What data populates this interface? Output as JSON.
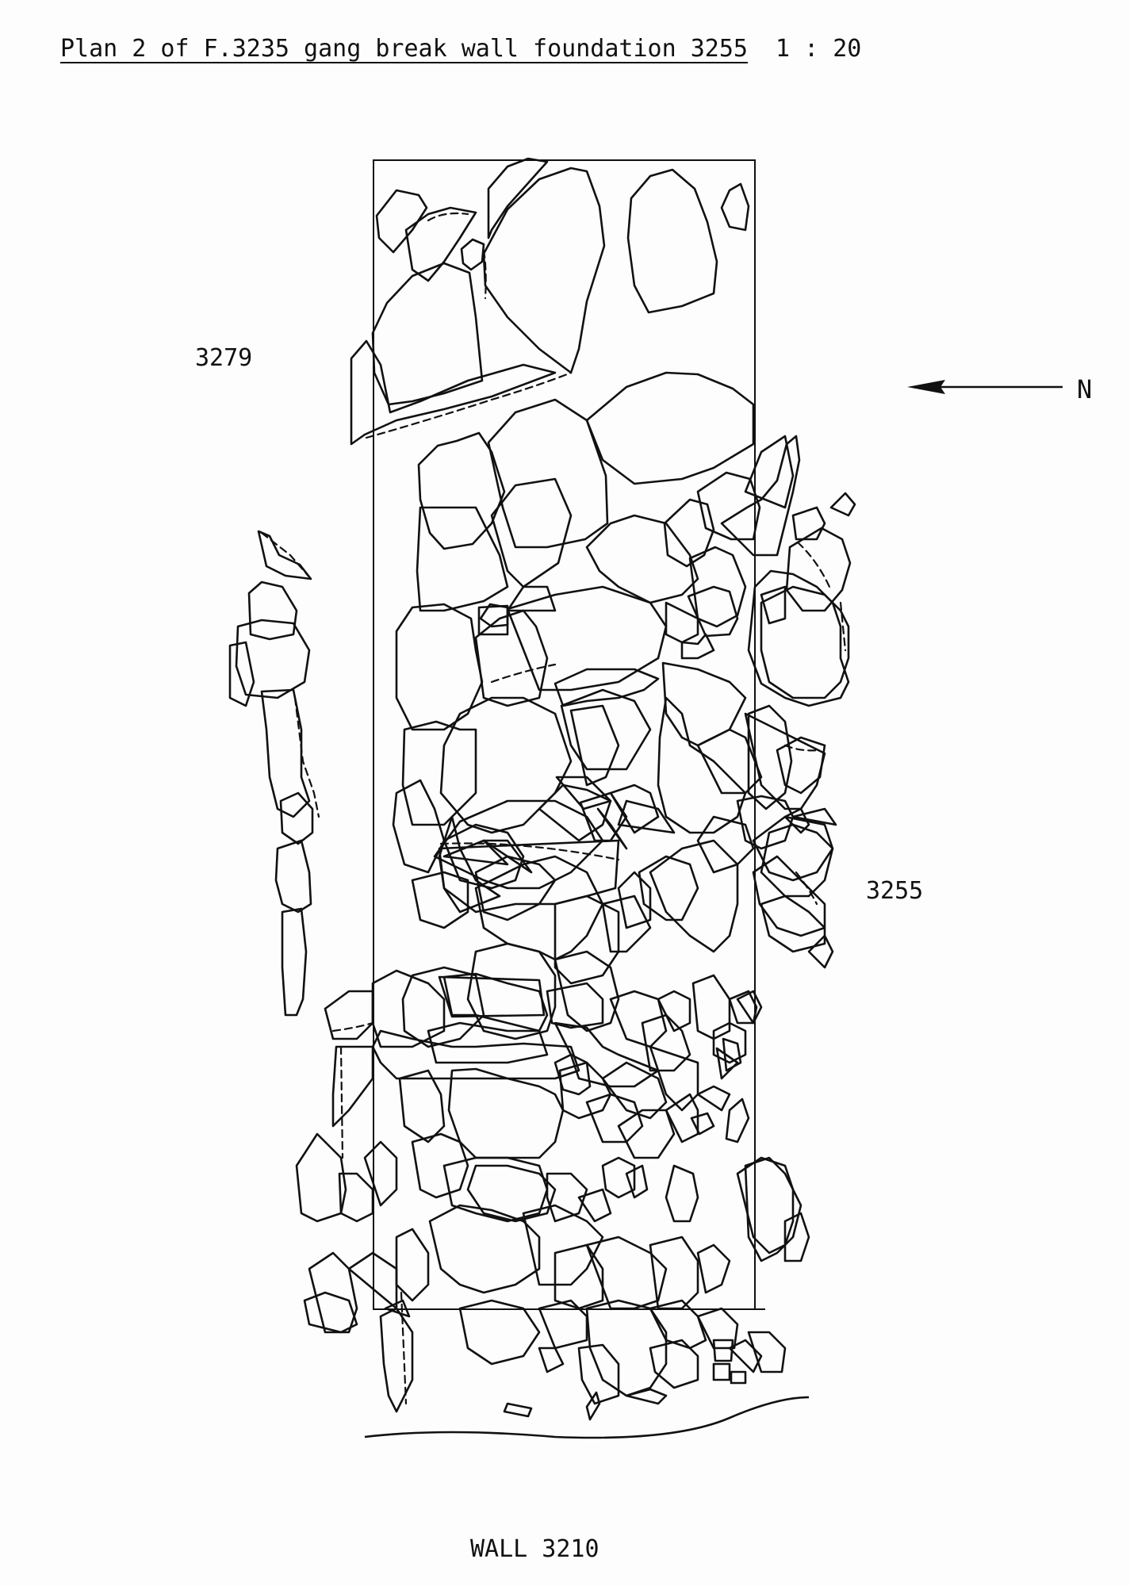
{
  "drawing": {
    "title": "Plan 2 of F.3235 gang break wall foundation 3255",
    "scale": "1 : 20",
    "north_label": "N",
    "contexts": {
      "west": "3279",
      "east": "3255",
      "wall": "WALL   3210"
    }
  },
  "icons": {
    "north_arrow": "arrow-left-icon"
  },
  "colors": {
    "ink": "#111111",
    "paper": "#fdfdfd"
  }
}
